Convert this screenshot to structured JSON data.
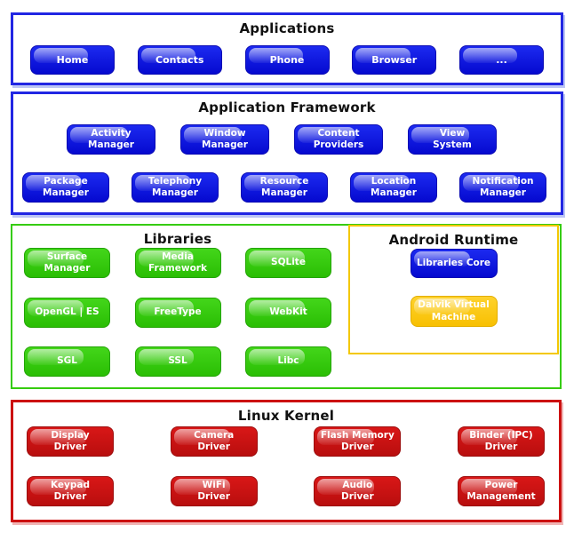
{
  "colors": {
    "blue_block": "#1c2af0",
    "blue_border": "#2126e3",
    "green_block": "#33cc00",
    "green_border": "#35cc0a",
    "red_block": "#cc1111",
    "red_border": "#cc1111",
    "yellow_block": "#f8c002",
    "yellow_border": "#f3c804",
    "block_text": "#ffffff",
    "title_text": "#111111"
  },
  "sections": {
    "applications": {
      "title": "Applications",
      "buttons": [
        "Home",
        "Contacts",
        "Phone",
        "Browser",
        "..."
      ]
    },
    "framework": {
      "title": "Application Framework",
      "rows": [
        [
          "Activity\nManager",
          "Window\nManager",
          "Content\nProviders",
          "View\nSystem"
        ],
        [
          "Package\nManager",
          "Telephony\nManager",
          "Resource\nManager",
          "Location\nManager",
          "Notification\nManager"
        ]
      ]
    },
    "libraries": {
      "title": "Libraries",
      "rows": [
        [
          "Surface\nManager",
          "Media\nFramework",
          "SQLite"
        ],
        [
          "OpenGL | ES",
          "FreeType",
          "WebKit"
        ],
        [
          "SGL",
          "SSL",
          "Libc"
        ]
      ]
    },
    "runtime": {
      "title": "Android Runtime",
      "buttons": [
        "Libraries Core",
        "Dalvik Virtual\nMachine"
      ]
    },
    "kernel": {
      "title": "Linux Kernel",
      "rows": [
        [
          "Display\nDriver",
          "Camera\nDriver",
          "Flash Memory\nDriver",
          "Binder (IPC)\nDriver"
        ],
        [
          "Keypad\nDriver",
          "WiFi\nDriver",
          "Audio\nDriver",
          "Power\nManagement"
        ]
      ]
    }
  }
}
